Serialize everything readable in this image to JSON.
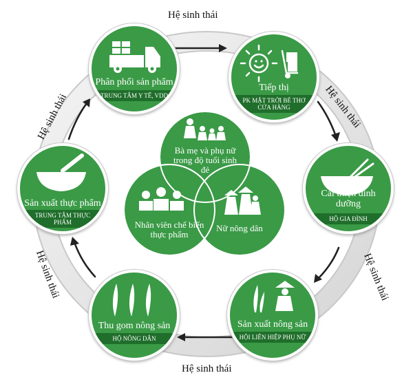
{
  "ecosystem_label": "Hệ sinh thái",
  "nodes": {
    "phan_phoi": {
      "title": "Phân phối sản phẩm",
      "band": "TRUNG TÂM Y TẾ, VDD",
      "icon": "truck-icon"
    },
    "tiep_thi": {
      "title": "Tiếp thị",
      "band": "PK MẶT TRỜI BÉ THƠ CỬA HÀNG",
      "icon": "sun-hand-truck-icon"
    },
    "cai_thien": {
      "title": "Cải thiện dinh dưỡng",
      "band": "HỘ GIA ĐÌNH",
      "icon": "bowl-icon"
    },
    "san_xuat_nong_san": {
      "title": "Sản xuất nông sản",
      "band": "HỘI LIÊN HIỆP PHỤ NỮ",
      "icon": "farmer-icon"
    },
    "thu_gom": {
      "title": "Thu gom nông sản",
      "band": "HỘ NÔNG DÂN",
      "icon": "rice-plant-icon"
    },
    "san_xuat_thuc_pham": {
      "title": "Sản xuất thực phẩm",
      "band": "TRUNG TÂM THỰC PHẨM",
      "icon": "mortar-pestle-icon"
    }
  },
  "center": {
    "top": "Bà mẹ và phụ nữ trong độ tuổi sinh đẻ",
    "left": "Nhân viên chế biến thực phẩm",
    "right": "Nữ nông dân"
  },
  "colors": {
    "green": "#3a9a46",
    "dark_green": "#1f6e2b",
    "ring": "#e6e6e6"
  }
}
